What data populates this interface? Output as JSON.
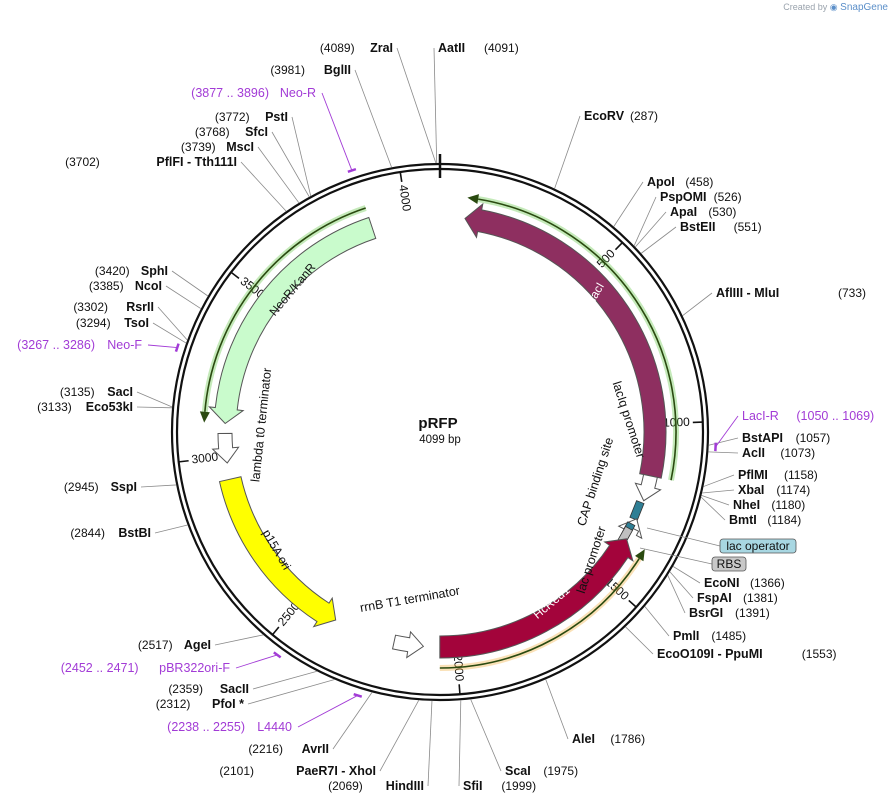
{
  "credit": {
    "created_by": "Created by",
    "brand": "SnapGene"
  },
  "plasmid": {
    "name": "pRFP",
    "size_label": "4099 bp",
    "length": 4099
  },
  "ticks": [
    {
      "pos": 500,
      "label": "500"
    },
    {
      "pos": 1000,
      "label": "1000"
    },
    {
      "pos": 1500,
      "label": "1500"
    },
    {
      "pos": 2000,
      "label": "2000"
    },
    {
      "pos": 2500,
      "label": "2500"
    },
    {
      "pos": 3000,
      "label": "3000"
    },
    {
      "pos": 3500,
      "label": "3500"
    },
    {
      "pos": 4000,
      "label": "4000"
    }
  ],
  "sites": [
    {
      "name": "ZraI",
      "pos": "(4089)",
      "at": 4089,
      "side": "left"
    },
    {
      "name": "AatII",
      "pos": "(4091)",
      "at": 4091,
      "side": "right"
    },
    {
      "name": "BglII",
      "pos": "(3981)",
      "at": 3981,
      "side": "left"
    },
    {
      "name": "EcoRV",
      "pos": "(287)",
      "at": 287,
      "side": "right"
    },
    {
      "name": "PstI",
      "pos": "(3772)",
      "at": 3772,
      "side": "left"
    },
    {
      "name": "SfcI",
      "pos": "(3768)",
      "at": 3768,
      "side": "left"
    },
    {
      "name": "MscI",
      "pos": "(3739)",
      "at": 3739,
      "side": "left"
    },
    {
      "name": "PflFI  -  Tth111I",
      "pos": "(3702)",
      "at": 3702,
      "side": "left"
    },
    {
      "name": "ApoI",
      "pos": "(458)",
      "at": 458,
      "side": "right"
    },
    {
      "name": "PspOMI",
      "pos": "(526)",
      "at": 526,
      "side": "right"
    },
    {
      "name": "ApaI",
      "pos": "(530)",
      "at": 530,
      "side": "right"
    },
    {
      "name": "BstEII",
      "pos": "(551)",
      "at": 551,
      "side": "right"
    },
    {
      "name": "AflIII  -  MluI",
      "pos": "(733)",
      "at": 733,
      "side": "right"
    },
    {
      "name": "SphI",
      "pos": "(3420)",
      "at": 3420,
      "side": "left"
    },
    {
      "name": "NcoI",
      "pos": "(3385)",
      "at": 3385,
      "side": "left"
    },
    {
      "name": "RsrII",
      "pos": "(3302)",
      "at": 3302,
      "side": "left"
    },
    {
      "name": "TsoI",
      "pos": "(3294)",
      "at": 3294,
      "side": "left"
    },
    {
      "name": "SacI",
      "pos": "(3135)",
      "at": 3135,
      "side": "left"
    },
    {
      "name": "Eco53kI",
      "pos": "(3133)",
      "at": 3133,
      "side": "left"
    },
    {
      "name": "BstAPI",
      "pos": "(1057)",
      "at": 1057,
      "side": "right"
    },
    {
      "name": "AclI",
      "pos": "(1073)",
      "at": 1073,
      "side": "right"
    },
    {
      "name": "PflMI",
      "pos": "(1158)",
      "at": 1158,
      "side": "right"
    },
    {
      "name": "XbaI",
      "pos": "(1174)",
      "at": 1174,
      "side": "right"
    },
    {
      "name": "NheI",
      "pos": "(1180)",
      "at": 1180,
      "side": "right"
    },
    {
      "name": "BmtI",
      "pos": "(1184)",
      "at": 1184,
      "side": "right"
    },
    {
      "name": "SspI",
      "pos": "(2945)",
      "at": 2945,
      "side": "left"
    },
    {
      "name": "BstBI",
      "pos": "(2844)",
      "at": 2844,
      "side": "left"
    },
    {
      "name": "EcoNI",
      "pos": "(1366)",
      "at": 1366,
      "side": "right"
    },
    {
      "name": "FspAI",
      "pos": "(1381)",
      "at": 1381,
      "side": "right"
    },
    {
      "name": "BsrGI",
      "pos": "(1391)",
      "at": 1391,
      "side": "right"
    },
    {
      "name": "PmlI",
      "pos": "(1485)",
      "at": 1485,
      "side": "right"
    },
    {
      "name": "EcoO109I  -  PpuMI",
      "pos": "(1553)",
      "at": 1553,
      "side": "right"
    },
    {
      "name": "AgeI",
      "pos": "(2517)",
      "at": 2517,
      "side": "left"
    },
    {
      "name": "SacII",
      "pos": "(2359)",
      "at": 2359,
      "side": "left"
    },
    {
      "name": "PfoI *",
      "pos": "(2312)",
      "at": 2312,
      "side": "left"
    },
    {
      "name": "AleI",
      "pos": "(1786)",
      "at": 1786,
      "side": "right"
    },
    {
      "name": "AvrII",
      "pos": "(2216)",
      "at": 2216,
      "side": "left"
    },
    {
      "name": "ScaI",
      "pos": "(1975)",
      "at": 1975,
      "side": "right"
    },
    {
      "name": "PaeR7I  -  XhoI",
      "pos": "(2101)",
      "at": 2101,
      "side": "left"
    },
    {
      "name": "HindIII",
      "pos": "(2069)",
      "at": 2069,
      "side": "left"
    },
    {
      "name": "SfiI",
      "pos": "(1999)",
      "at": 1999,
      "side": "right"
    }
  ],
  "primers": [
    {
      "name": "Neo-R",
      "range": "(3877 .. 3896)",
      "at": 3887
    },
    {
      "name": "LacI-R",
      "range": "(1050 .. 1069)",
      "at": 1060
    },
    {
      "name": "Neo-F",
      "range": "(3267 .. 3286)",
      "at": 3277
    },
    {
      "name": "pBR322ori-F",
      "range": "(2452 .. 2471)",
      "at": 2461
    },
    {
      "name": "L4440",
      "range": "(2238 .. 2255)",
      "at": 2247
    }
  ],
  "features": [
    {
      "name": "lacI",
      "color": "#8e2f60",
      "start": 76,
      "end": 1159,
      "direction": "reverse",
      "kind": "arrow"
    },
    {
      "name": "lacIq promoter",
      "color": "#ffffff",
      "start": 1159,
      "end": 1237,
      "direction": "forward",
      "kind": "promoter"
    },
    {
      "name": "CAP binding site",
      "color": "#2f7f95",
      "start": 1261,
      "end": 1283,
      "direction": "none",
      "kind": "box"
    },
    {
      "name": "lac promoter",
      "color": "#ffffff",
      "start": 1296,
      "end": 1327,
      "direction": "reverse",
      "kind": "promoter"
    },
    {
      "name": "lac operator",
      "color": "#2f7f95",
      "start": 1336,
      "end": 1352,
      "direction": "none",
      "kind": "box"
    },
    {
      "name": "RBS",
      "color": "#c0c0c0",
      "start": 1356,
      "end": 1364,
      "direction": "none",
      "kind": "box"
    },
    {
      "name": "HcRed1",
      "color": "#a3043b",
      "start": 1364,
      "end": 2050,
      "direction": "reverse",
      "kind": "arrow"
    },
    {
      "name": "rrnB T1 terminator",
      "color": "#ffffff",
      "start": 2100,
      "end": 2190,
      "direction": "reverse",
      "kind": "terminator"
    },
    {
      "name": "p15A ori",
      "color": "#ffff00",
      "start": 2380,
      "end": 2930,
      "direction": "reverse",
      "kind": "arrow"
    },
    {
      "name": "lambda t0 terminator",
      "color": "#ffffff",
      "start": 2980,
      "end": 3070,
      "direction": "reverse",
      "kind": "terminator"
    },
    {
      "name": "NeoR/KanR",
      "color": "#c9fbcc",
      "start": 3100,
      "end": 3890,
      "direction": "reverse",
      "kind": "arrow"
    }
  ],
  "outer_arcs": [
    {
      "start": 76,
      "end": 1159,
      "color": "#59c23a",
      "direction": "reverse"
    },
    {
      "start": 1364,
      "end": 2050,
      "color": "#f0a830",
      "direction": "reverse"
    },
    {
      "start": 3100,
      "end": 3890,
      "color": "#59c23a",
      "direction": "reverse"
    }
  ]
}
